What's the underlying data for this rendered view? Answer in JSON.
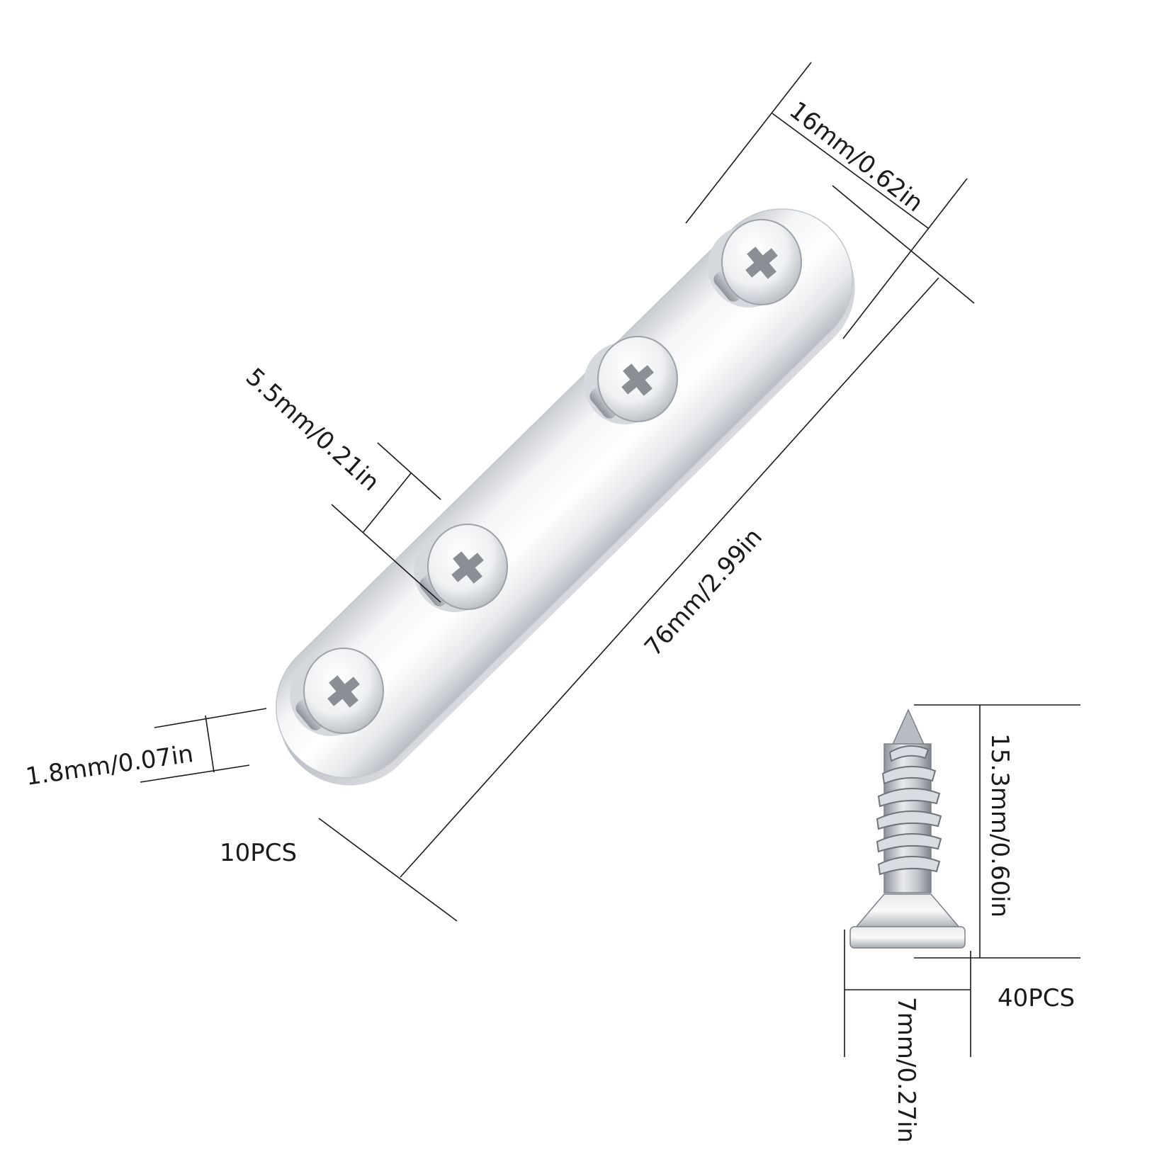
{
  "plate": {
    "width_label": "16mm/0.62in",
    "length_label": "76mm/2.99in",
    "hole_label": "5.5mm/0.21in",
    "thickness_label": "1.8mm/0.07in",
    "quantity_label": "10PCS",
    "screws_on_plate": 4
  },
  "screw": {
    "length_label": "15.3mm/0.60in",
    "head_label": "7mm/0.27in",
    "quantity_label": "40PCS"
  },
  "colors": {
    "background": "#ffffff",
    "dimension_lines": "#1a1a1a",
    "steel_light": "#f2f3f5",
    "steel_dark": "#9a9ea6"
  }
}
